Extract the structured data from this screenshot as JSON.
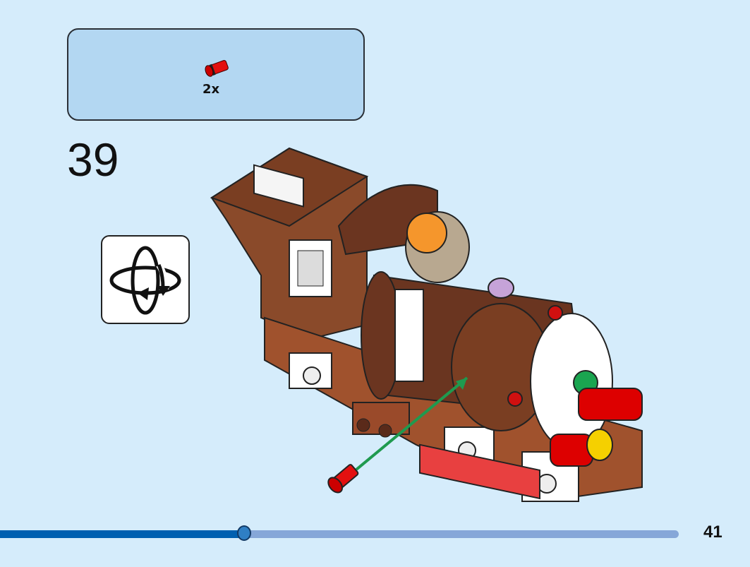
{
  "parts_box": {
    "items": [
      {
        "part": "red-axle-pin-icon",
        "quantity": "2x"
      }
    ]
  },
  "step_number": "39",
  "rotate_icon": "rotate-model-icon",
  "progress": {
    "fraction": 0.36,
    "page_number": "41"
  },
  "colors": {
    "background": "#d5ecfb",
    "parts_box": "#b3d7f2",
    "progress_fill": "#0060b0",
    "progress_track": "#86a7d8"
  }
}
